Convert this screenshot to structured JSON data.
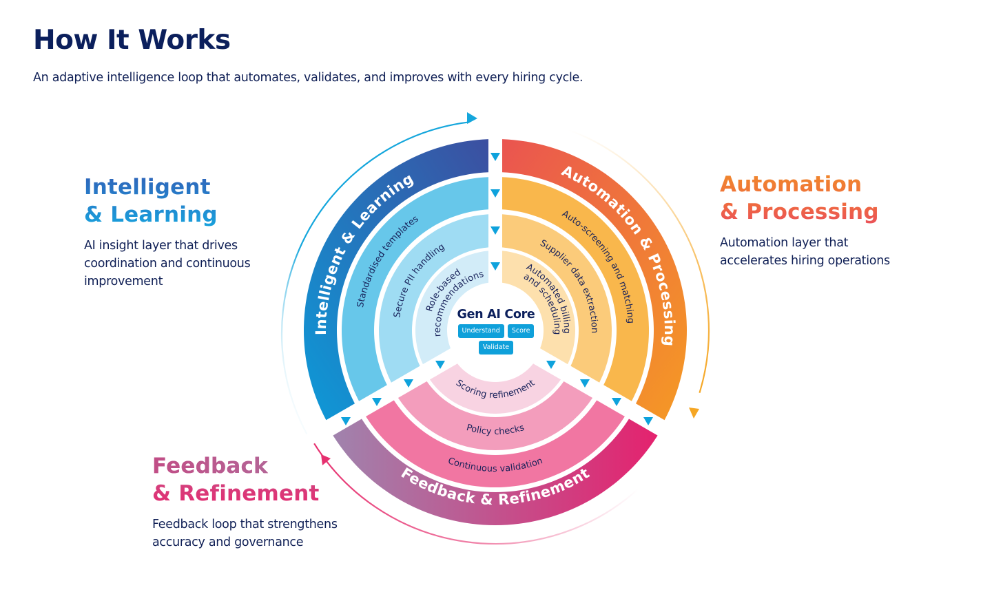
{
  "header": {
    "title": "How It Works",
    "subtitle": "An adaptive intelligence loop that automates, validates, and improves with every hiring cycle."
  },
  "sections": {
    "intelligent": {
      "heading_line1": "Intelligent",
      "heading_line2": "& Learning",
      "description": "AI insight layer that drives coordination and continuous improvement",
      "ring_title": "Intelligent & Learning",
      "bands": [
        "Standardised templates",
        "Secure PII handling",
        "Role-based",
        "recommendations"
      ],
      "colors": {
        "outer_start": "#0d9ad8",
        "outer_end": "#3c4fa0",
        "band1": "#67c7ea",
        "band2": "#9fdcf3",
        "band3": "#d2ecf8"
      }
    },
    "automation": {
      "heading_line1": "Automation",
      "heading_line2": "& Processing",
      "description": "Automation layer that accelerates hiring operations",
      "ring_title": "Automation & Processing",
      "bands": [
        "Auto-screening and matching",
        "Supplier data extraction",
        "Automated billing",
        "and scheduling"
      ],
      "colors": {
        "outer_start": "#ea5450",
        "outer_end": "#f59a24",
        "band1": "#f9b74c",
        "band2": "#fbcb7a",
        "band3": "#fde0ad"
      }
    },
    "feedback": {
      "heading_line1": "Feedback",
      "heading_line2": "& Refinement",
      "description": "Feedback loop that strengthens accuracy and governance",
      "ring_title": "Feedback & Refinement",
      "bands": [
        "Continuous validation",
        "Policy checks",
        "Scoring refinement"
      ],
      "colors": {
        "outer_start": "#a083ad",
        "outer_end": "#e4226e",
        "band1": "#f176a2",
        "band2": "#f39dbc",
        "band3": "#f8d3e2"
      }
    }
  },
  "core": {
    "title": "Gen AI Core",
    "chips": [
      "Understand",
      "Score",
      "Validate"
    ]
  },
  "accent": {
    "marker_color": "#0ea2dc",
    "arrow_left": "#14a6dc",
    "arrow_right": "#f5a623",
    "arrow_bottom": "#e6306f"
  }
}
